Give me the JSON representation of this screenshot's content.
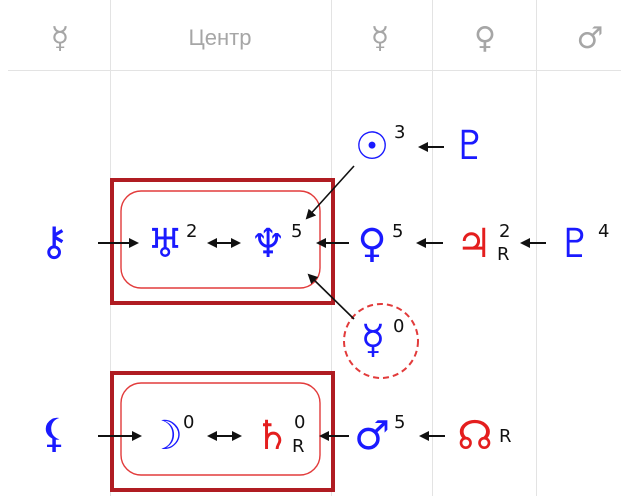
{
  "header": {
    "columns": [
      "☿",
      "Центр",
      "☿",
      "♀",
      "♂"
    ]
  },
  "rows": {
    "top": {
      "glyph": "☉",
      "sup": "3",
      "right_glyph": "♇"
    },
    "middle": {
      "chiron": "⚷",
      "uranus": "♅",
      "uranus_sup": "2",
      "neptune": "♆",
      "neptune_sup": "5",
      "venus": "♀",
      "venus_sup": "5",
      "jupiter": "♃",
      "jupiter_sup": "2",
      "jupiter_sub": "R",
      "pluto": "♇",
      "pluto_sup": "4"
    },
    "mercury": {
      "glyph": "☿",
      "sup": "0"
    },
    "bottom": {
      "lilith": "⚸",
      "moon": "☽",
      "moon_sup": "0",
      "saturn": "♄",
      "saturn_sup": "0",
      "saturn_sub": "R",
      "mars": "♂",
      "mars_sup": "5",
      "node": "☊",
      "node_sub": "R"
    },
    "connectors": {
      "double_arrow": "↔"
    }
  },
  "colors": {
    "blue": "#1a1aff",
    "red": "#e41e1e",
    "box_dark": "#b01c22",
    "box_light": "#e23b3b",
    "grid": "#e3e3e3",
    "header_text": "#a6a6a6"
  }
}
